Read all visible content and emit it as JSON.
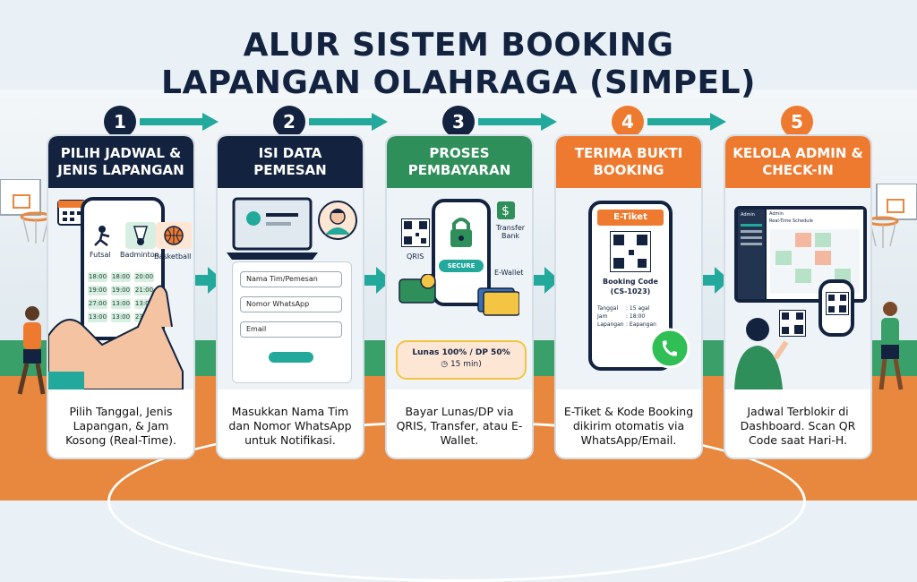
{
  "title": {
    "line1": "ALUR SISTEM BOOKING",
    "line2": "LAPANGAN OLAHRAGA (SIMPEL)"
  },
  "colors": {
    "navy": "#13233f",
    "teal": "#22a99c",
    "green": "#2f8f5a",
    "orange": "#ee7a2f",
    "court_orange": "#e8883f",
    "court_green": "#3aa06a"
  },
  "steps": [
    {
      "number": "1",
      "header": "PILIH JADWAL & JENIS LAPANGAN",
      "footer": "Pilih Tanggal, Jenis Lapangan, & Jam Kosong (Real-Time).",
      "sports": [
        "Futsal",
        "Badminton",
        "Basketball"
      ],
      "slots": [
        "18:00",
        "18:00",
        "20:00",
        "19:00",
        "19:00",
        "21:00",
        "27:00",
        "13:00",
        "13:00",
        "13:00",
        "13:00",
        "23:00"
      ]
    },
    {
      "number": "2",
      "header": "ISI DATA PEMESAN",
      "footer": "Masukkan Nama Tim dan Nomor WhatsApp untuk Notifikasi.",
      "fields": [
        "Nama Tim/Pemesan",
        "Nomor WhatsApp",
        "Email"
      ]
    },
    {
      "number": "3",
      "header": "PROSES PEMBAYARAN",
      "footer": "Bayar Lunas/DP via QRIS, Transfer, atau E-Wallet.",
      "qris_label": "QRIS",
      "secure_label": "SECURE",
      "transfer_label": "Transfer Bank",
      "ewallet_label": "E-Wallet",
      "payment_note": "Lunas 100% / DP 50%",
      "timer": "15 min)"
    },
    {
      "number": "4",
      "header": "TERIMA BUKTI BOOKING",
      "footer": "E-Tiket & Kode Booking dikirim otomatis via WhatsApp/Email.",
      "ticket_title": "E-Tiket",
      "booking_code_label": "Booking Code",
      "booking_code": "(CS-1023)",
      "details": [
        {
          "label": "Tanggal",
          "value": ": 15 agal"
        },
        {
          "label": "Jam",
          "value": ": 18:00"
        },
        {
          "label": "Lapangan",
          "value": ": Eapangan"
        }
      ]
    },
    {
      "number": "5",
      "header": "KELOLA ADMIN & CHECK-IN",
      "footer": "Jadwal Terblokir di Dashboard. Scan QR Code saat Hari-H.",
      "dashboard_brand": "Admin",
      "dashboard_title": "Admin",
      "dashboard_subtitle": "Real-Time Schedule"
    }
  ]
}
